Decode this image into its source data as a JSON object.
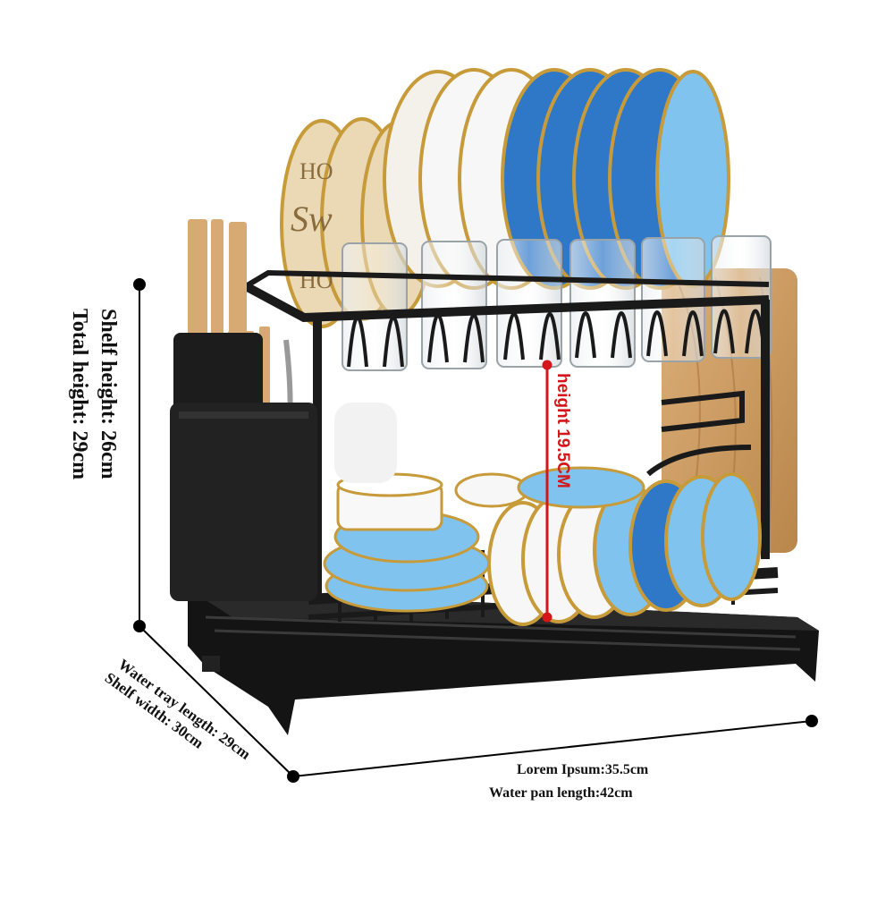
{
  "dimensions": {
    "shelf_height": "Shelf height: 26cm",
    "total_height": "Total height: 29cm",
    "water_tray_length": "Water tray length: 29cm",
    "shelf_width": "Shelf width: 30cm",
    "lorem_ipsum": "Lorem Ipsum:35.5cm",
    "water_pan_length": "Water pan length:42cm",
    "inner_height": "height 19.5CM"
  },
  "plate_text": {
    "line1": "HO",
    "line2": "Sw",
    "line3": "HO"
  },
  "colors": {
    "rack": "#1a1a1a",
    "blue_plate": "#2f78c8",
    "light_blue_plate": "#7fc3ee",
    "gold_rim": "#c79a3a",
    "cream_plate": "#ead9b4",
    "wood_board": "#c99a5e",
    "dimension_line": "#000000",
    "height_marker": "#d4161b"
  }
}
